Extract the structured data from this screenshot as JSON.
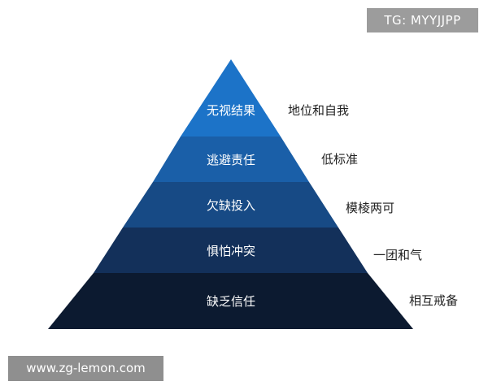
{
  "watermark": {
    "top": "TG: MYYJJPP",
    "bottom": "www.zg-lemon.com"
  },
  "pyramid": {
    "tiers": [
      {
        "label": "无视结果",
        "side": "地位和自我",
        "color": "#1c73c8"
      },
      {
        "label": "逃避责任",
        "side": "低标准",
        "color": "#1a5fa8"
      },
      {
        "label": "欠缺投入",
        "side": "模棱两可",
        "color": "#174a85"
      },
      {
        "label": "惧怕冲突",
        "side": "一团和气",
        "color": "#13305a"
      },
      {
        "label": "缺乏信任",
        "side": "相互戒备",
        "color": "#0c1a30"
      }
    ]
  }
}
